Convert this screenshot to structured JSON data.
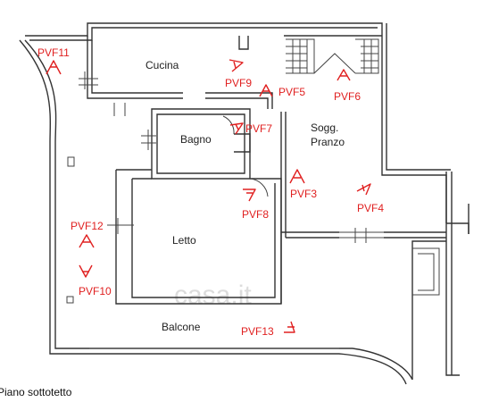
{
  "rooms": {
    "cucina": "Cucina",
    "bagno": "Bagno",
    "sogg_line1": "Sogg.",
    "sogg_line2": "Pranzo",
    "letto": "Letto",
    "balcone": "Balcone"
  },
  "viewpoints": {
    "pvf11": "PVF11",
    "pvf9": "PVF9",
    "pvf5": "PVF5",
    "pvf6": "PVF6",
    "pvf7": "PVF7",
    "pvf3": "PVF3",
    "pvf4": "PVF4",
    "pvf8": "PVF8",
    "pvf12": "PVF12",
    "pvf10": "PVF10",
    "pvf13": "PVF13"
  },
  "caption": "Piano sottotetto",
  "watermark": "casa.it",
  "colors": {
    "marker": "#e02020",
    "wall": "#333333"
  }
}
